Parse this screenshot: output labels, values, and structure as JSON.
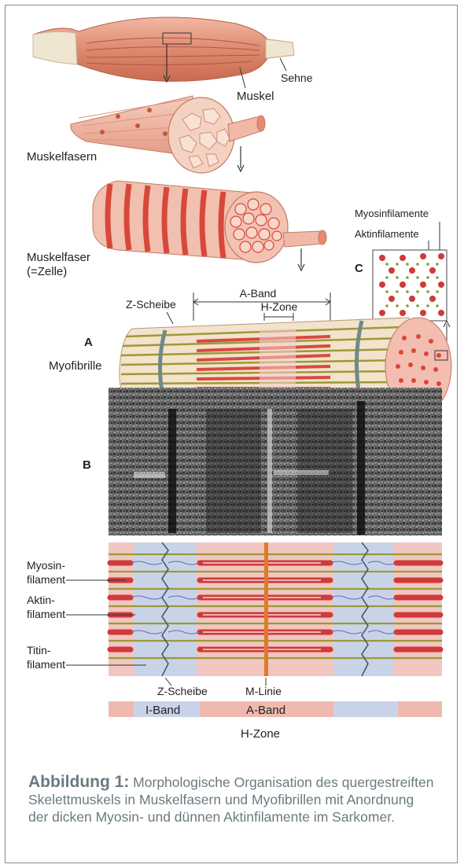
{
  "labels": {
    "sehne": "Sehne",
    "muskel": "Muskel",
    "muskelfasern": "Muskelfasern",
    "muskelfaser": "Muskelfaser",
    "zelle": "(=Zelle)",
    "myosinfilamente": "Myosinfilamente",
    "aktinfilamente": "Aktinfilamente",
    "c": "C",
    "a_band_top": "A-Band",
    "h_zone_top": "H-Zone",
    "z_scheibe_top": "Z-Scheibe",
    "a": "A",
    "myofibrille": "Myofibrille",
    "b": "B",
    "myosin_1": "Myosin-",
    "myosin_2": "filament",
    "aktin_1": "Aktin-",
    "aktin_2": "filament",
    "titin_1": "Titin-",
    "titin_2": "filament",
    "z_scheibe_bottom": "Z-Scheibe",
    "m_linie": "M-Linie",
    "i_band": "I-Band",
    "a_band_bottom": "A-Band",
    "h_zone_bottom": "H-Zone"
  },
  "caption": {
    "title": "Abbildung 1:",
    "text": " Morphologische Organisation des quergestreiften Skelettmuskels in Muskelfasern und Myofibrillen mit Anordnung der dicken Myosin- und dünnen Aktinfilamente im Sarkomer."
  },
  "colors": {
    "muscle": "#e39a83",
    "muscle_dark": "#c9553f",
    "stripe": "#d8483a",
    "actin": "#9a9a36",
    "myosin": "#cf3a3a",
    "i_band": "#c9d3e8",
    "a_band": "#f1c6c0",
    "caption": "#6b7a80"
  }
}
